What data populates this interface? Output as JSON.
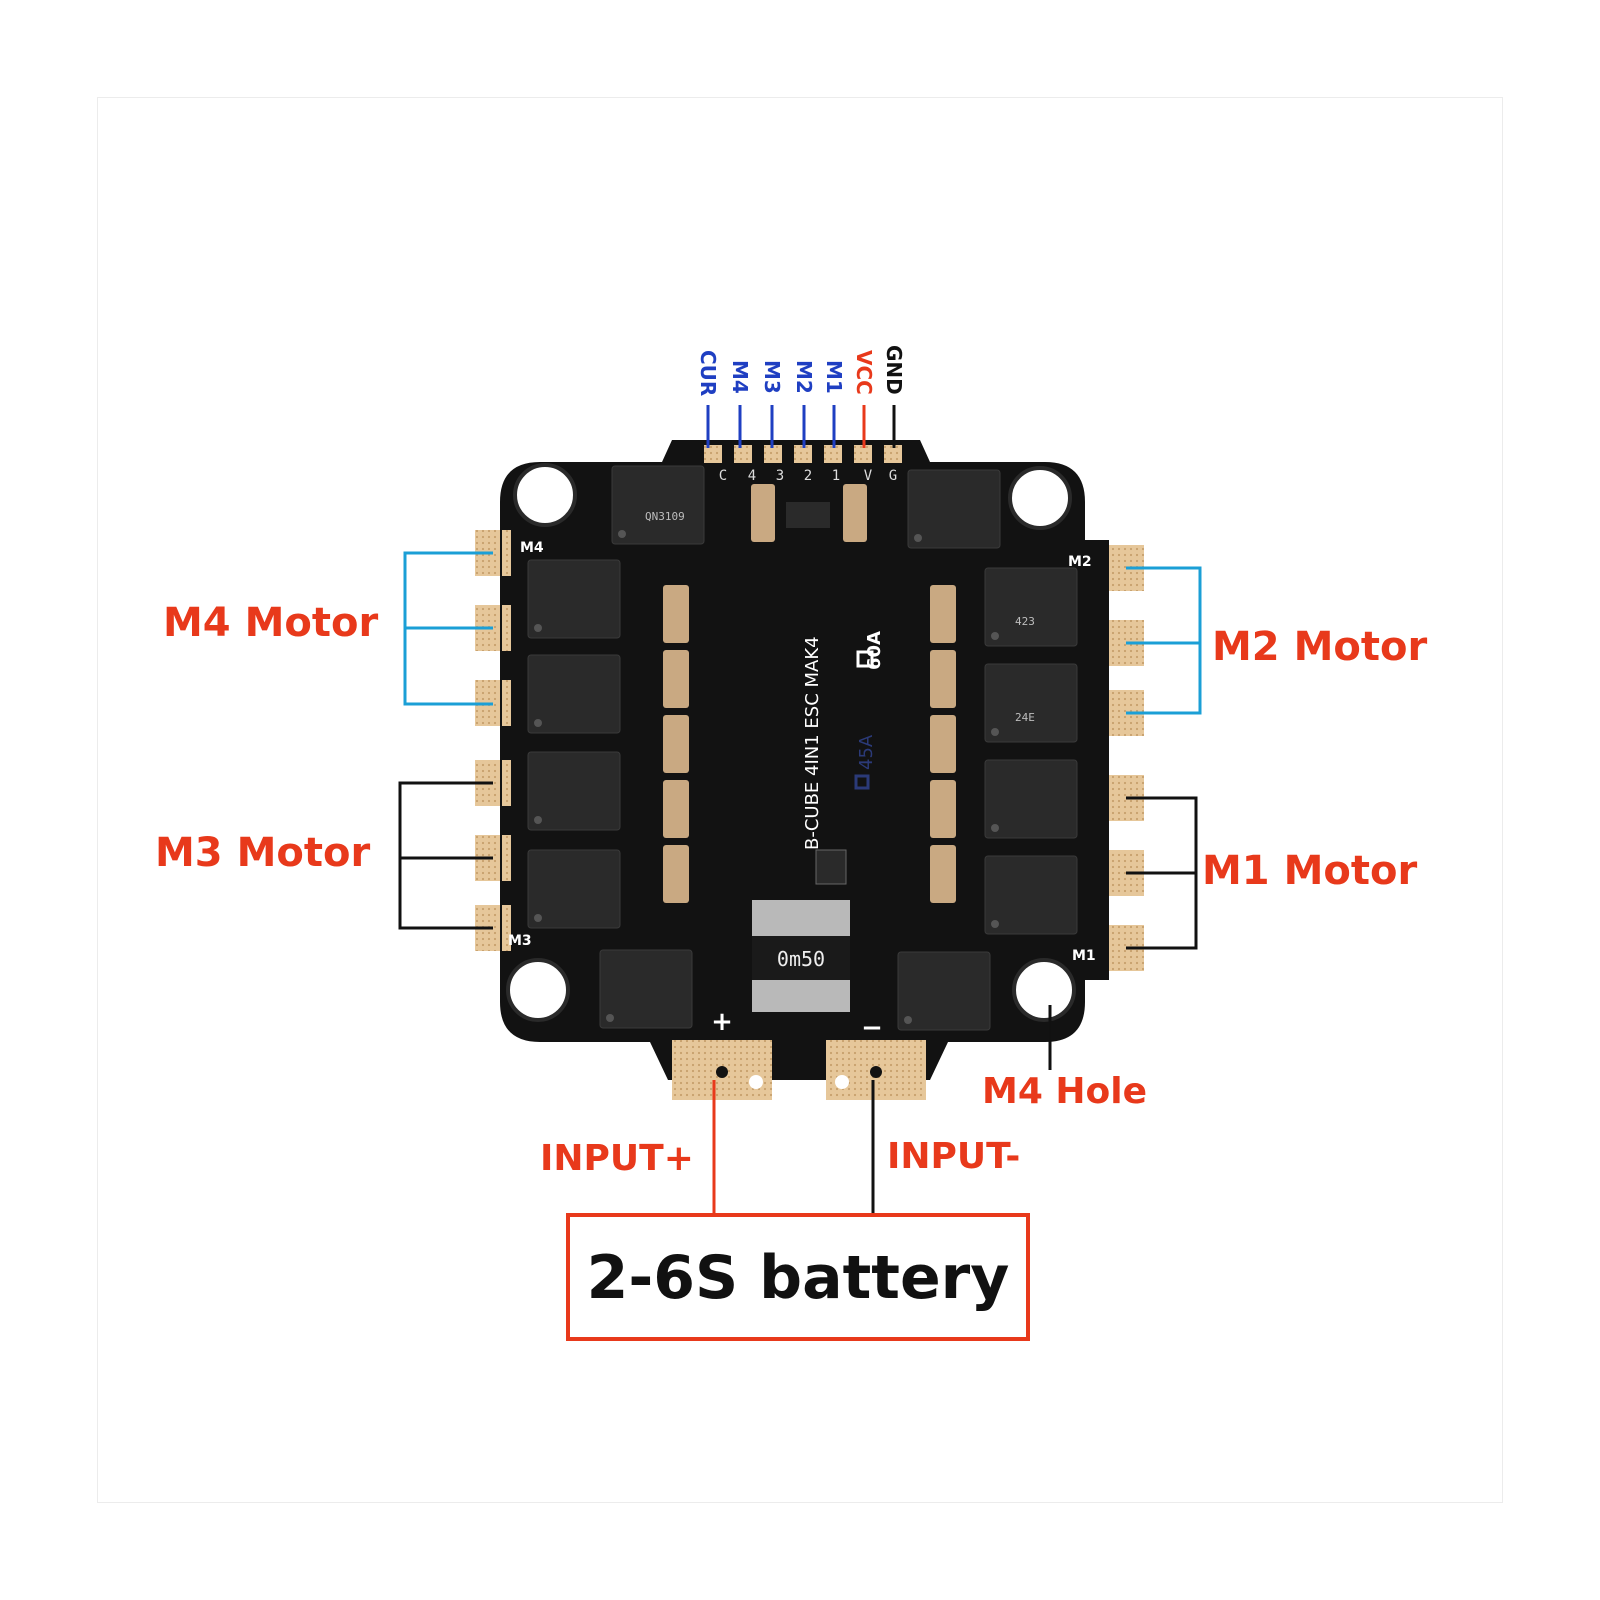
{
  "colors": {
    "red": "#e8391b",
    "blue": "#1f3fc2",
    "cyan": "#1b9fd6",
    "black": "#111111",
    "pcb": "#121212",
    "copper": "#e6c79a",
    "cap": "#c9a982"
  },
  "signal_pins": [
    {
      "label": "CUR",
      "color": "#1f3fc2",
      "pad": "C"
    },
    {
      "label": "M4",
      "color": "#1f3fc2",
      "pad": "4"
    },
    {
      "label": "M3",
      "color": "#1f3fc2",
      "pad": "3"
    },
    {
      "label": "M2",
      "color": "#1f3fc2",
      "pad": "2"
    },
    {
      "label": "M1",
      "color": "#1f3fc2",
      "pad": "1"
    },
    {
      "label": "VCC",
      "color": "#e8391b",
      "pad": "V"
    },
    {
      "label": "GND",
      "color": "#111111",
      "pad": "G"
    }
  ],
  "motor_labels": {
    "m4": "M4 Motor",
    "m2": "M2 Motor",
    "m3": "M3 Motor",
    "m1": "M1 Motor"
  },
  "corner_pad_labels": {
    "m4": "M4",
    "m2": "M2",
    "m3": "M3",
    "m1": "M1"
  },
  "hole_label": "M4 Hole",
  "input_plus": "INPUT+",
  "input_minus": "INPUT-",
  "battery": "2-6S battery",
  "silkscreen": {
    "board_name": "B-CUBE 4IN1 ESC MAK4",
    "rating_60": "60A",
    "rating_45": "45A",
    "shunt": "0m50",
    "plus": "+",
    "minus": "−"
  },
  "mosfet": {
    "line1": "QN3109",
    "line2": "423",
    "line3": "24E"
  }
}
